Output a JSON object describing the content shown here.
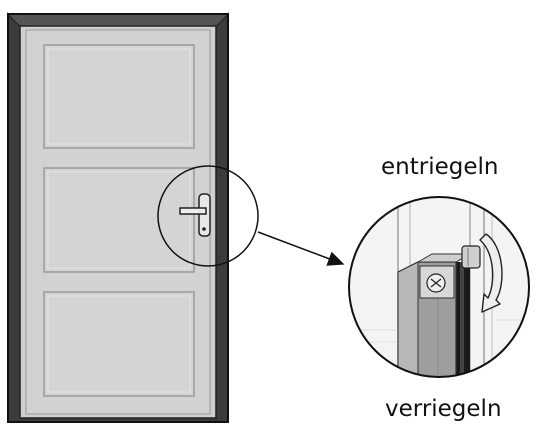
{
  "labels": {
    "unlock": "entriegeln",
    "lock": "verriegeln"
  },
  "icons": {
    "door": "door-icon",
    "handle": "door-handle-icon",
    "magnifier": "magnifier-circle",
    "arrow": "pointer-arrow-icon",
    "rotate": "rotate-arrow-icon"
  }
}
